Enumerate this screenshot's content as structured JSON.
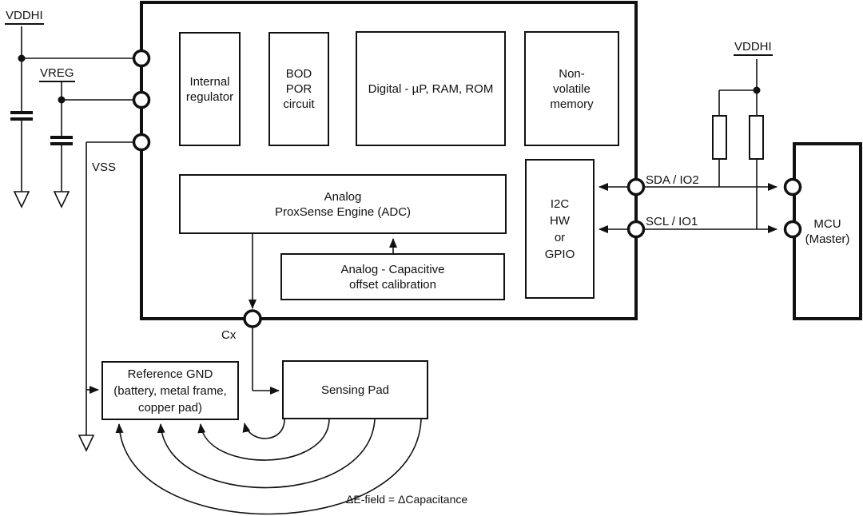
{
  "labels": {
    "vddhi_left": "VDDHI",
    "vreg": "VREG",
    "vss": "VSS",
    "cx": "Cx",
    "sda": "SDA / IO2",
    "scl": "SCL / IO1",
    "vddhi_right": "VDDHI",
    "efield": "ΔE-field = ΔCapacitance"
  },
  "blocks": {
    "internal_regulator": "Internal\nregulator",
    "bod_por": "BOD\nPOR\ncircuit",
    "digital": "Digital - µP, RAM, ROM",
    "non_volatile": "Non-\nvolatile\nmemory",
    "proxsense": "Analog\nProxSense Engine (ADC)",
    "offset_cal": "Analog - Capacitive\noffset calibration",
    "i2c": "I2C\nHW\nor\nGPIO",
    "mcu": "MCU\n(Master)",
    "reference_gnd": "Reference GND\n(battery, metal frame,\ncopper pad)",
    "sensing_pad": "Sensing Pad"
  },
  "colors": {
    "line": "#111111",
    "background": "#ffffff"
  }
}
